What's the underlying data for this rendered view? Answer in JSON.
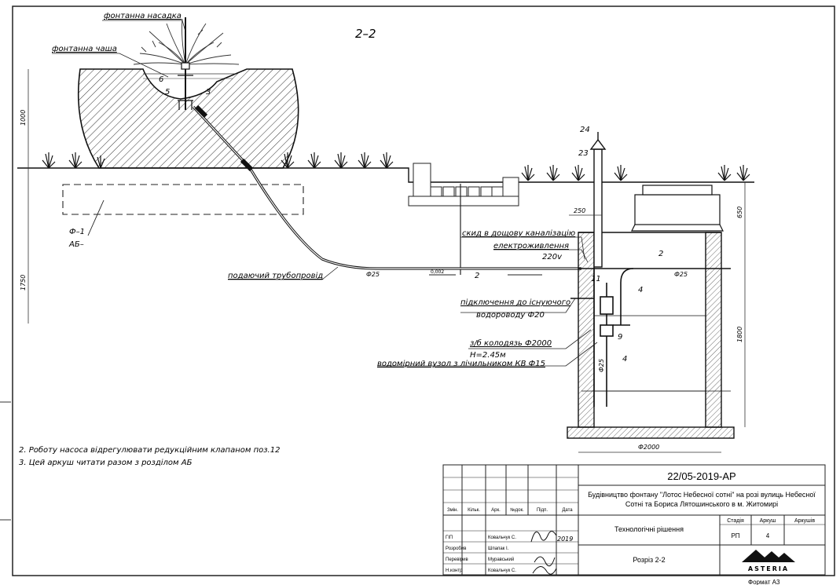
{
  "section_title": "2–2",
  "labels": {
    "nozzle": "фонтанна насадка",
    "bowl": "фонтанна чаша",
    "foundation": "Ф–1",
    "foundation_ref": "АБ–",
    "supply_pipe": "подаючий трубопровід",
    "drain": "скид в дощову каналізацію",
    "power": "електроживлення",
    "voltage": "220v",
    "connection_line1": "підключення до існуючого",
    "connection_line2": "водороводу Ф20",
    "well_line1": "з/б колодязь Ф2000",
    "well_line2": "Н=2.45м",
    "meter": "водомірний вузол з лічильником КВ Ф15"
  },
  "dimensions": {
    "d1000": "1000",
    "d1750": "1750",
    "d250": "250",
    "d650": "650",
    "d1800": "1800",
    "d2000": "Ф2000",
    "pipe_d25_a": "Ф25",
    "pipe_d25_b": "Ф25",
    "pipe_d25_c": "Ф25",
    "slope": "0,002"
  },
  "positions": [
    "2",
    "2",
    "3",
    "4",
    "4",
    "5",
    "6",
    "9",
    "11",
    "23",
    "24"
  ],
  "notes": [
    "2. Роботу насоса відрегулювати редукційним клапаном поз.12",
    "3. Цей аркуш читати разом з розділом АБ"
  ],
  "title_block": {
    "code": "22/05-2019-АР",
    "project_line1": "Будівництво фонтану \"Лотос Небесної сотні\" на розі вулиць Небесної",
    "project_line2": "Сотні та Бориса Лятошинського в м. Житомирі",
    "section": "Технологічні рішення",
    "sheet_name": "Розріз 2-2",
    "headers": {
      "change": "Змін.",
      "qty": "Кільк.",
      "sheet": "Арк.",
      "doc_no": "№док.",
      "signature": "Підп.",
      "date": "Дата"
    },
    "stage_headers": {
      "stage": "Стадія",
      "sheet": "Аркуш",
      "sheets": "Аркушів"
    },
    "stage_values": {
      "stage": "РП",
      "sheet": "4",
      "sheets": ""
    },
    "roles": [
      {
        "role": "ГІП",
        "name": "Ковальчук С."
      },
      {
        "role": "Розробив",
        "name": "Шпапак І."
      },
      {
        "role": "Перевірив",
        "name": "Муравський"
      },
      {
        "role": "Н.контр",
        "name": "Ковальчук С."
      }
    ],
    "signature_date": "2019",
    "logo_text": "ASTERIA",
    "format": "Формат А3"
  }
}
